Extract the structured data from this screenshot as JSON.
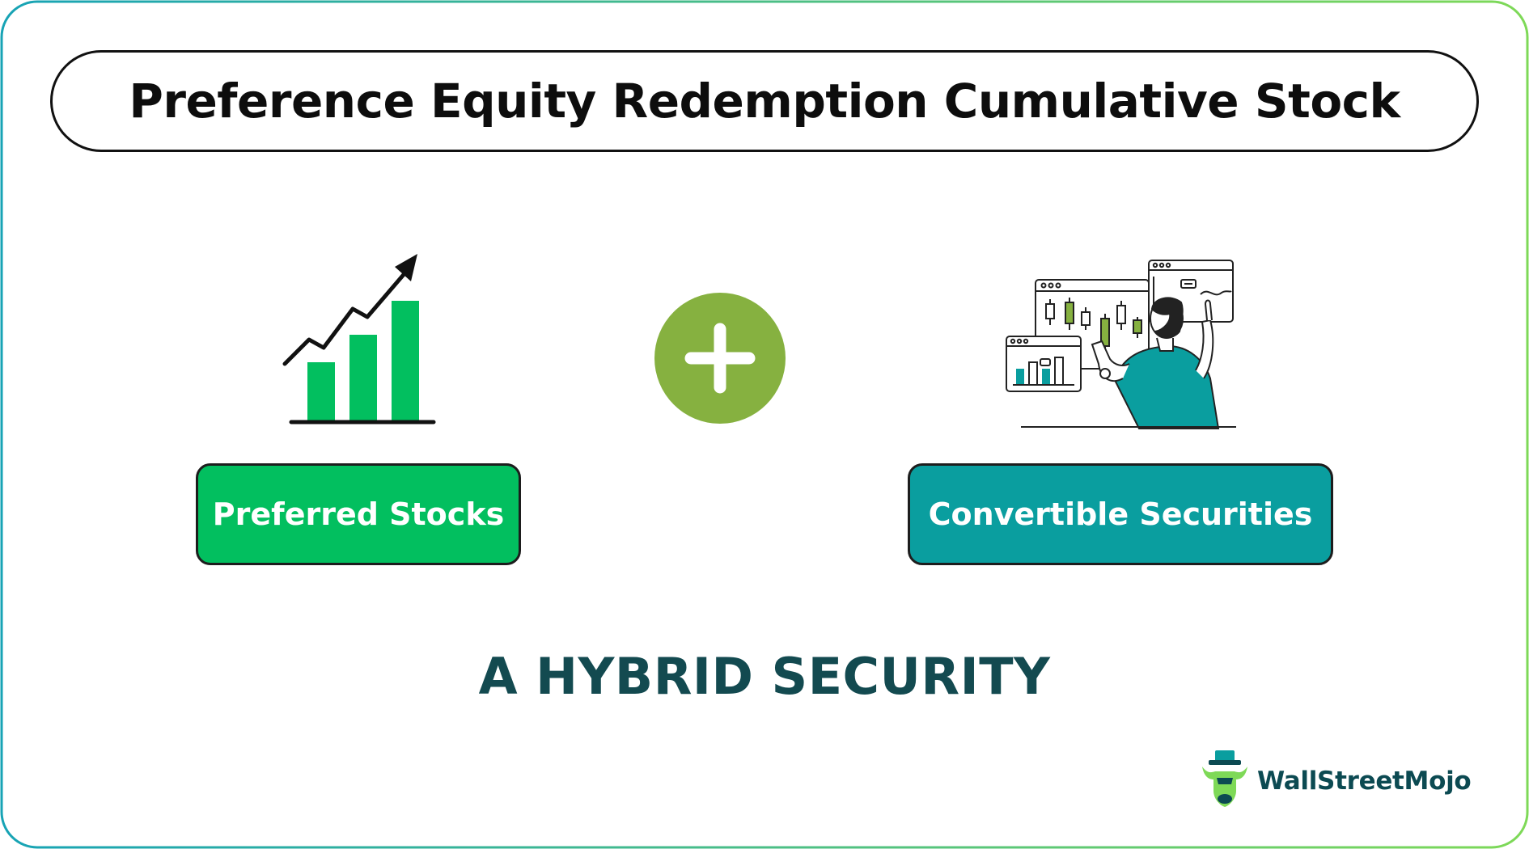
{
  "title": "Preference Equity Redemption Cumulative Stock",
  "left_item": {
    "label": "Preferred Stocks",
    "icon": "growth-chart-icon"
  },
  "operator": {
    "icon": "plus-icon"
  },
  "right_item": {
    "label": "Convertible Securities",
    "icon": "trader-analytics-illustration"
  },
  "subtitle": "A HYBRID SECURITY",
  "brand": {
    "name": "WallStreetMojo",
    "icon": "bull-logo-icon"
  },
  "colors": {
    "green": "#02bf5f",
    "teal": "#0a9e9f",
    "plus_green": "#86b140",
    "subtitle": "#134a50",
    "frame_start": "#17a3b5",
    "frame_end": "#7ed957"
  }
}
